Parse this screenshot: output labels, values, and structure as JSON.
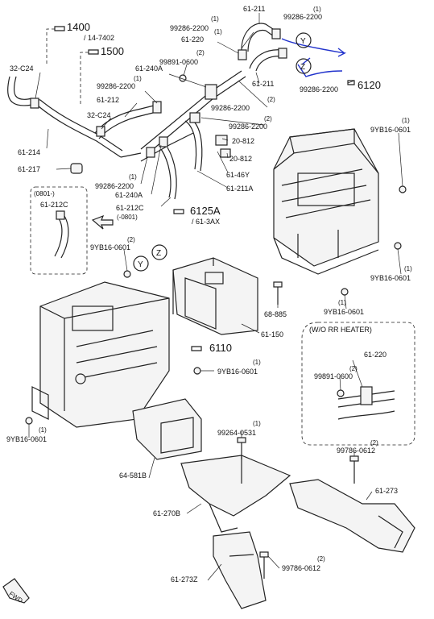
{
  "callouts": {
    "c1400": "1400",
    "c1400_sub": "/ 14-7402",
    "c1500": "1500",
    "c6120": "6120",
    "c6125a": "6125A",
    "c6125a_sub": "/ 61-3AX",
    "c6110": "6110"
  },
  "labels": {
    "p61_211_top": "61-211",
    "p99286_top1": "99286-2200",
    "p99286_top1_q": "(1)",
    "p99286_top2": "99286-2200",
    "p99286_top2_q": "(1)",
    "p61_220": "61-220",
    "p61_220_q": "(1)",
    "p32_c24_a": "32-C24",
    "p61_240a_top": "61-240A",
    "p99891": "99891-0600",
    "p99891_q": "(2)",
    "p99286_mid1": "99286-2200",
    "p99286_mid1_q": "(1)",
    "p61_212": "61-212",
    "p32_c24_b": "32-C24",
    "p61_211_mid": "61-211",
    "p99286_right": "99286-2200",
    "p99286_left2": "99286-2200",
    "p99286_left2_q": "(2)",
    "p99286_center": "99286-2200",
    "p99286_center_q": "(2)",
    "p20_812a": "20-812",
    "p20_812b": "20-812",
    "p9yb16_r1": "9YB16-0601",
    "p9yb16_r1_q": "(1)",
    "p61_214": "61-214",
    "p61_217": "61-217",
    "p99286_low": "99286-2200",
    "p99286_low_q": "(1)",
    "p61_240a_low": "61-240A",
    "p61_212c": "61-212C",
    "p61_212c_sub": "(-0801)",
    "p61_46y": "61-46Y",
    "p61_211a": "61-211A",
    "p0801": "(0801-)",
    "p61_212c_box": "61-212C",
    "p9yb16_l": "9YB16-0601",
    "p9yb16_l_q": "(2)",
    "p9yb16_r2": "9YB16-0601",
    "p9yb16_r2_q": "(1)",
    "p68_885": "68-885",
    "p9yb16_c": "9YB16-0601",
    "p9yb16_c_q": "(1)",
    "p61_150": "61-150",
    "p_worr": "(W/O RR HEATER)",
    "p61_220b": "61-220",
    "p99891b": "99891-0600",
    "p99891b_q": "(2)",
    "p9yb16_mid": "9YB16-0601",
    "p9yb16_mid_q": "(1)",
    "p9yb16_bl": "9YB16-0601",
    "p9yb16_bl_q": "(1)",
    "p99264": "99264-0531",
    "p99264_q": "(1)",
    "p99786_a": "99786-0612",
    "p99786_a_q": "(2)",
    "p64_581b": "64-581B",
    "p61_273": "61-273",
    "p61_270b": "61-270B",
    "p99786_b": "99786-0612",
    "p99786_b_q": "(2)",
    "p61_273z": "61-273Z",
    "fwd": "FWD"
  },
  "markers": {
    "y_top": "Y",
    "z_top": "Z",
    "y_left": "Y",
    "z_left": "Z"
  },
  "colors": {
    "line": "#222222",
    "annotation": "#2233cc"
  }
}
